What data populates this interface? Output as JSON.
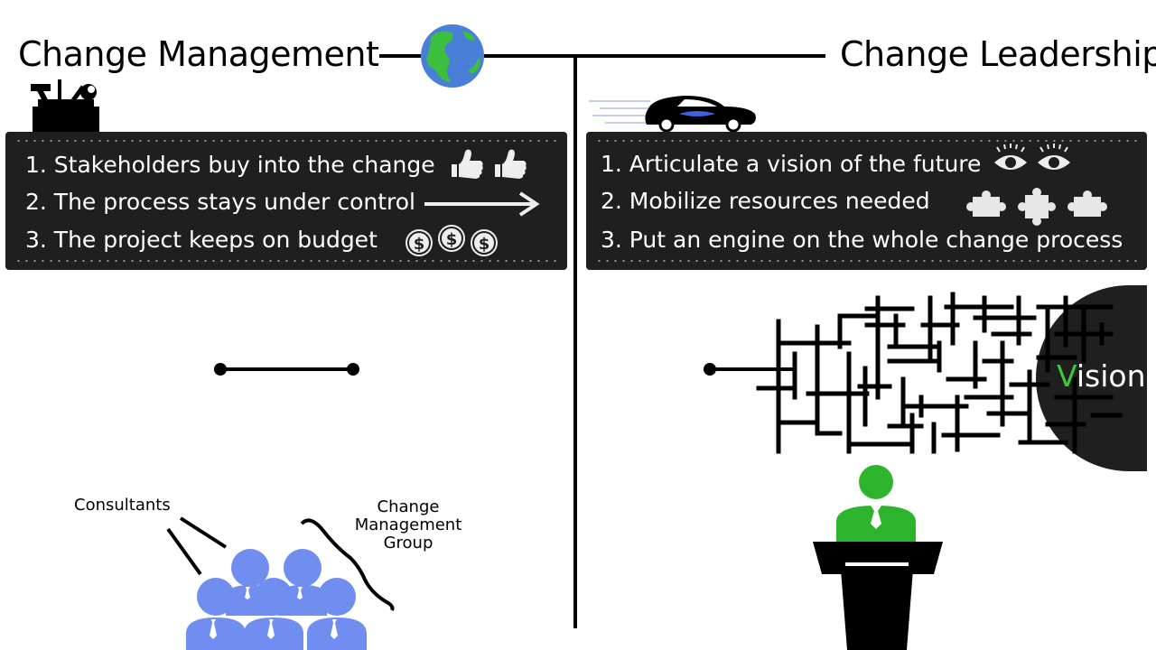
{
  "titles": {
    "left": "Change Management",
    "right": "Change Leadership"
  },
  "management_items": [
    "1. Stakeholders buy into the change",
    "2. The process stays under control",
    "3. The project keeps on budget"
  ],
  "leadership_items": [
    "1. Articulate a vision of the future",
    "2. Mobilize resources needed",
    "3. Put an engine on the whole change process"
  ],
  "labels": {
    "consultants": "Consultants",
    "group_line1": "Change",
    "group_line2": "Management",
    "group_line3": "Group",
    "vision_first": "V",
    "vision_rest": "ision"
  },
  "colors": {
    "panel": "#1f1f1f",
    "people_blue": "#6f8ef0",
    "speaker_green": "#2db42d",
    "vision_green": "#3cc83c",
    "globe_blue": "#4a7fd8",
    "globe_green": "#3cbf3c"
  },
  "icons": [
    "toolbox-icon",
    "globe-icon",
    "car-icon",
    "thumbs-up-icon",
    "arrow-right-icon",
    "coin-icon",
    "eye-icon",
    "puzzle-piece-icon",
    "people-group-icon",
    "speaker-podium-icon"
  ]
}
